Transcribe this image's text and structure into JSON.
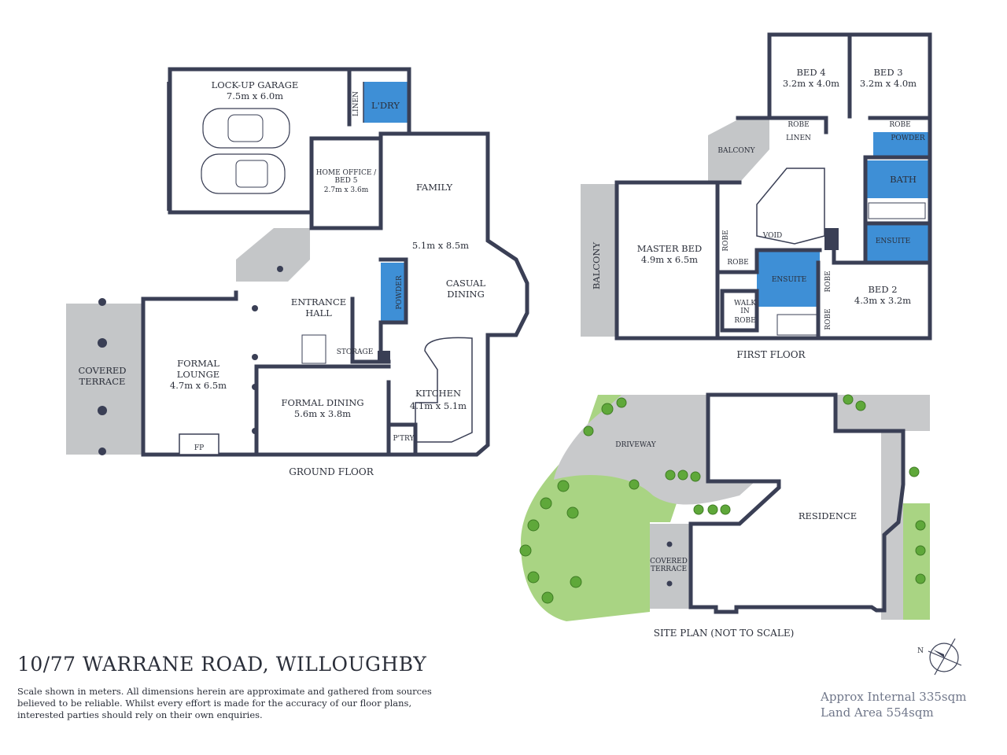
{
  "property": {
    "title": "10/77 WARRANE ROAD, WILLOUGHBY",
    "disclaimer": "Scale shown in meters. All dimensions herein are approximate and gathered from sources believed to be  reliable. Whilst every effort is made for the accuracy of our floor plans, interested parties should rely on their own enquiries.",
    "internal_area": "Approx Internal 335sqm",
    "land_area": "Land Area 554sqm"
  },
  "ground_floor": {
    "caption": "GROUND FLOOR",
    "garage": {
      "name": "LOCK-UP GARAGE",
      "size": "7.5m x 6.0m"
    },
    "laundry": "L'DRY",
    "linen": "LINEN",
    "office": {
      "name_1": "HOME OFFICE /",
      "name_2": "BED 5",
      "size": "2.7m x 3.6m"
    },
    "family": {
      "name": "FAMILY",
      "size": "5.1m x 8.5m"
    },
    "casual_dining": {
      "name_1": "CASUAL",
      "name_2": "DINING"
    },
    "entrance": {
      "name_1": "ENTRANCE",
      "name_2": "HALL"
    },
    "powder": "POWDER",
    "storage": "STORAGE",
    "covered_terrace": {
      "name_1": "COVERED",
      "name_2": "TERRACE"
    },
    "formal_lounge": {
      "name_1": "FORMAL",
      "name_2": "LOUNGE",
      "size": "4.7m x 6.5m"
    },
    "formal_dining": {
      "name": "FORMAL DINING",
      "size": "5.6m x 3.8m"
    },
    "kitchen": {
      "name": "KITCHEN",
      "size": "4.1m x 5.1m"
    },
    "pantry": "P'TRY",
    "fireplace": "FP"
  },
  "first_floor": {
    "caption": "FIRST FLOOR",
    "bed4": {
      "name": "BED 4",
      "size": "3.2m x 4.0m"
    },
    "bed3": {
      "name": "BED 3",
      "size": "3.2m x 4.0m"
    },
    "robe": "ROBE",
    "linen": "LINEN",
    "balcony": "BALCONY",
    "powder": "POWDER",
    "bath": "BATH",
    "master": {
      "name": "MASTER BED",
      "size": "4.9m x 6.5m"
    },
    "void": "VOID",
    "ensuite": "ENSUITE",
    "walk_in_robe": {
      "line_1": "WALK",
      "line_2": "IN",
      "line_3": "ROBE"
    },
    "bed2": {
      "name": "BED 2",
      "size": "4.3m x 3.2m"
    }
  },
  "site_plan": {
    "caption": "SITE PLAN (NOT TO SCALE)",
    "driveway": "DRIVEWAY",
    "residence": "RESIDENCE",
    "covered_terrace": {
      "name_1": "COVERED",
      "name_2": "TERRACE"
    }
  },
  "compass": {
    "label": "N"
  },
  "colors": {
    "walls": "#3a3f55",
    "wet_areas": "#3e8fd6",
    "outdoor_paving": "#c4c6c8",
    "lawn": "#a9d483",
    "area_text": "#70778a"
  }
}
